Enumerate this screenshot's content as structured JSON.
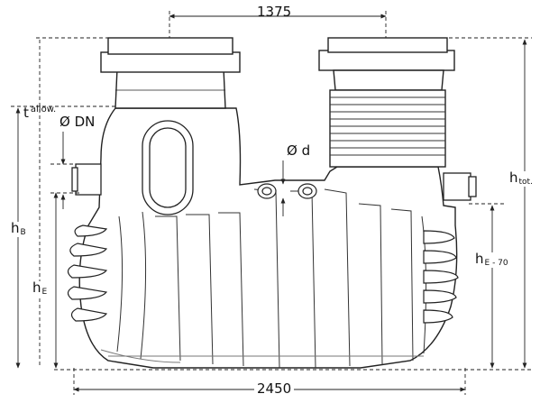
{
  "dimensions": {
    "top_spacing": "1375",
    "bottom_width": "2450",
    "nominal_diameter": "Ø DN",
    "pipe_diameter": "Ø d",
    "h_b": {
      "main": "h",
      "sub": "B"
    },
    "h_e": {
      "main": "h",
      "sub": "E"
    },
    "h_e70": {
      "main": "h",
      "sub": "E - 70"
    },
    "h_tot": {
      "main": "h",
      "sub": "tot."
    },
    "t_allow": {
      "main": "t",
      "sub": "allow."
    }
  },
  "colors": {
    "line": "#222222",
    "fill": "#ffffff",
    "shade": "#d9d9d9"
  }
}
